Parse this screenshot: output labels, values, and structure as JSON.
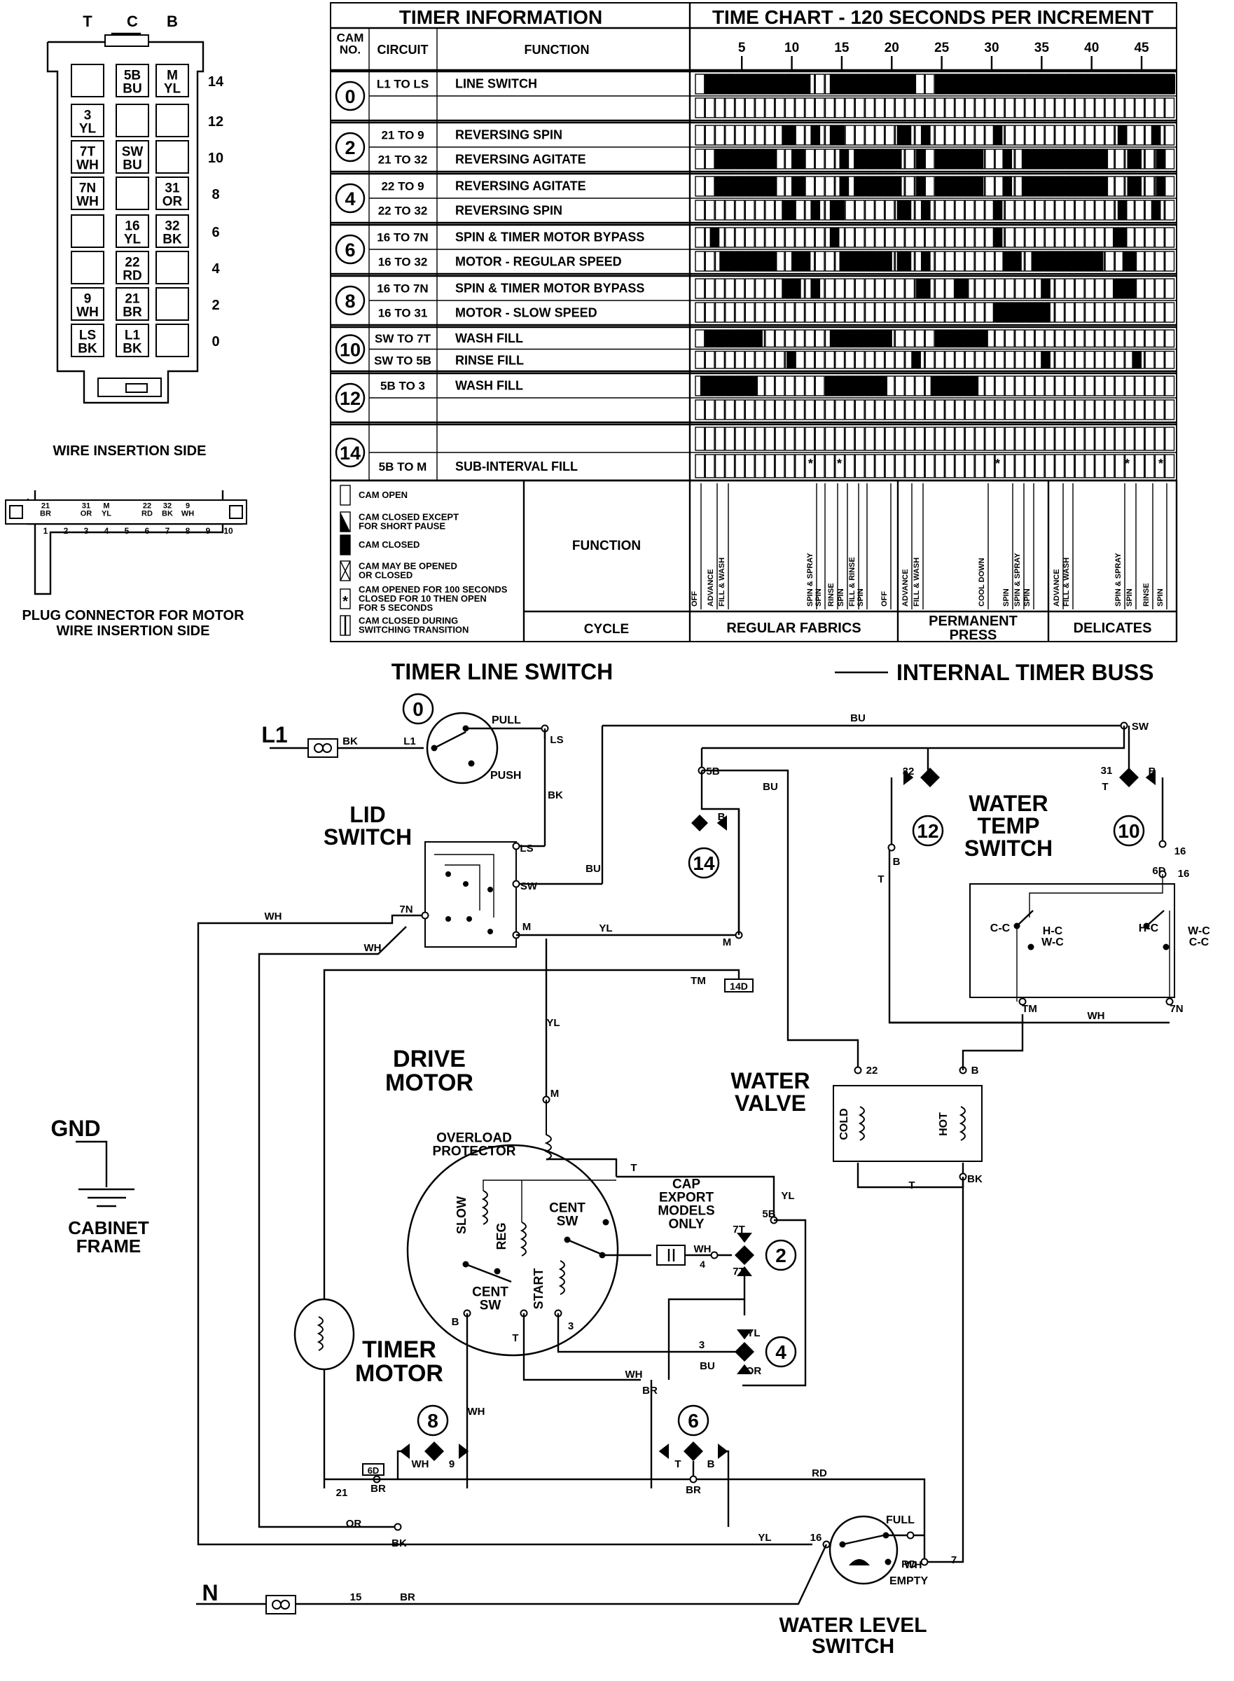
{
  "connector": {
    "col_labels": [
      "T",
      "C",
      "B"
    ],
    "cells": [
      [
        "",
        "5B\nBU",
        "M\nYL"
      ],
      [
        "3\nYL",
        "",
        ""
      ],
      [
        "7T\nWH",
        "SW\nBU",
        ""
      ],
      [
        "7N\nWH",
        "",
        "31\nOR"
      ],
      [
        "",
        "16\nYL",
        "32\nBK"
      ],
      [
        "",
        "22\nRD",
        ""
      ],
      [
        "9\nWH",
        "21\nBR",
        ""
      ],
      [
        "LS\nBK",
        "L1\nBK",
        ""
      ]
    ],
    "row_numbers": [
      "14",
      "12",
      "10",
      "8",
      "6",
      "4",
      "2",
      "0"
    ],
    "caption": "WIRE INSERTION SIDE"
  },
  "plug": {
    "pin_wires": [
      "21\nBR",
      "",
      "31\nOR",
      "M\nYL",
      "",
      "22\nRD",
      "32\nBK",
      "9\nWH",
      "",
      ""
    ],
    "pins": [
      "1",
      "2",
      "3",
      "4",
      "5",
      "6",
      "7",
      "8",
      "9",
      "10"
    ],
    "caption_line1": "PLUG CONNECTOR FOR MOTOR",
    "caption_line2": "WIRE INSERTION SIDE"
  },
  "timer_table": {
    "title_info": "TIMER INFORMATION",
    "title_chart": "TIME CHART - 120 SECONDS PER INCREMENT",
    "hdr_cam": "CAM\nNO.",
    "hdr_circuit": "CIRCUIT",
    "hdr_function": "FUNCTION",
    "tick_labels": [
      "5",
      "10",
      "15",
      "20",
      "25",
      "30",
      "35",
      "40",
      "45"
    ],
    "cams": [
      {
        "no": "0",
        "rows": [
          {
            "circuit": "L1 TO LS",
            "function": "LINE SWITCH"
          },
          {
            "circuit": "",
            "function": ""
          }
        ]
      },
      {
        "no": "2",
        "rows": [
          {
            "circuit": "21 TO 9",
            "function": "REVERSING SPIN"
          },
          {
            "circuit": "21 TO 32",
            "function": "REVERSING AGITATE"
          }
        ]
      },
      {
        "no": "4",
        "rows": [
          {
            "circuit": "22 TO 9",
            "function": "REVERSING AGITATE"
          },
          {
            "circuit": "22 TO 32",
            "function": "REVERSING SPIN"
          }
        ]
      },
      {
        "no": "6",
        "rows": [
          {
            "circuit": "16 TO 7N",
            "function": "SPIN & TIMER MOTOR BYPASS"
          },
          {
            "circuit": "16 TO 32",
            "function": "MOTOR - REGULAR SPEED"
          }
        ]
      },
      {
        "no": "8",
        "rows": [
          {
            "circuit": "16 TO 7N",
            "function": "SPIN & TIMER MOTOR BYPASS"
          },
          {
            "circuit": "16 TO 31",
            "function": "MOTOR - SLOW SPEED"
          }
        ]
      },
      {
        "no": "10",
        "rows": [
          {
            "circuit": "SW TO 7T",
            "function": "WASH FILL"
          },
          {
            "circuit": "SW TO 5B",
            "function": "RINSE FILL"
          }
        ]
      },
      {
        "no": "12",
        "rows": [
          {
            "circuit": "5B TO 3",
            "function": "WASH FILL"
          },
          {
            "circuit": "",
            "function": ""
          }
        ]
      },
      {
        "no": "14",
        "rows": [
          {
            "circuit": "",
            "function": ""
          },
          {
            "circuit": "5B TO M",
            "function": "SUB-INTERVAL FILL"
          }
        ]
      }
    ],
    "legend": [
      "CAM OPEN",
      "CAM CLOSED EXCEPT\nFOR SHORT PAUSE",
      "CAM CLOSED",
      "CAM MAY BE OPENED\nOR CLOSED",
      "CAM OPENED FOR 100 SECONDS\nCLOSED FOR 10 THEN OPEN\nFOR 5 SECONDS",
      "CAM CLOSED DURING\nSWITCHING TRANSITION"
    ],
    "legend_symbols": [
      "open",
      "pause",
      "closed",
      "either",
      "star",
      "transition"
    ],
    "function_label": "FUNCTION",
    "cycle_label": "CYCLE",
    "cycles": [
      "REGULAR FABRICS",
      "PERMANENT\nPRESS",
      "DELICATES"
    ],
    "function_words": [
      "OFF",
      "ADVANCE",
      "FILL & WASH",
      "SPIN & SPRAY",
      "SPIN",
      "RINSE",
      "SPIN",
      "FILL & RINSE",
      "SPIN",
      "OFF",
      "ADVANCE",
      "FILL & WASH",
      "COOL DOWN",
      "SPIN",
      "SPIN & SPRAY",
      "SPIN",
      "ADVANCE",
      "FILL & WASH",
      "SPIN & SPRAY",
      "SPIN",
      "RINSE",
      "SPIN"
    ],
    "star": "*"
  },
  "schematic": {
    "buss_label": "INTERNAL  TIMER  BUSS",
    "timer_line_switch": "TIMER LINE SWITCH",
    "l1": "L1",
    "n": "N",
    "gnd": "GND",
    "cabinet_frame": "CABINET\nFRAME",
    "lid_switch": "LID\nSWITCH",
    "drive_motor": "DRIVE\nMOTOR",
    "overload_protector": "OVERLOAD\nPROTECTOR",
    "timer_motor": "TIMER\nMOTOR",
    "water_valve": "WATER\nVALVE",
    "water_temp_switch": "WATER\nTEMP\nSWITCH",
    "water_level_switch": "WATER LEVEL\nSWITCH",
    "cap_note": "CAP\nEXPORT\nMODELS\nONLY",
    "motor_parts": {
      "slow": "SLOW",
      "reg": "REG",
      "start": "START",
      "cent_sw_top": "CENT\nSW",
      "cent_sw_bottom": "CENT\nSW"
    },
    "valve_parts": {
      "cold": "COLD",
      "hot": "HOT"
    },
    "temp_contacts": [
      "C-C",
      "H-C\nW-C",
      "H-C",
      "W-C\nC-C"
    ],
    "level_labels": {
      "full": "FULL",
      "empty": "EMPTY"
    },
    "switch_labels": {
      "pull": "PULL",
      "push": "PUSH"
    },
    "cam_circles": [
      "0",
      "2",
      "4",
      "6",
      "8",
      "10",
      "12",
      "14"
    ],
    "tag_boxes": [
      "14D",
      "6D"
    ],
    "wire_labels": [
      "BK",
      "L1",
      "LS",
      "BK",
      "BU",
      "SW",
      "5B",
      "BU",
      "B",
      "LS",
      "SW",
      "BU",
      "M",
      "YL",
      "M",
      "TM",
      "WH",
      "7N",
      "WH",
      "YL",
      "M",
      "T",
      "T",
      "B",
      "T",
      "3",
      "YL",
      "5B",
      "7T",
      "7T",
      "WH",
      "4",
      "YL",
      "3",
      "BU",
      "OR",
      "WH",
      "BR",
      "WH",
      "WH",
      "9",
      "T",
      "B",
      "BR",
      "BR",
      "21",
      "OR",
      "BK",
      "RD",
      "RD",
      "22",
      "B",
      "T",
      "BK",
      "32",
      "31",
      "T",
      "B",
      "B",
      "T",
      "16",
      "6D",
      "16",
      "TM",
      "WH",
      "7N",
      "YL",
      "16",
      "WH",
      "7",
      "15",
      "BR",
      "WH",
      "7N"
    ]
  }
}
